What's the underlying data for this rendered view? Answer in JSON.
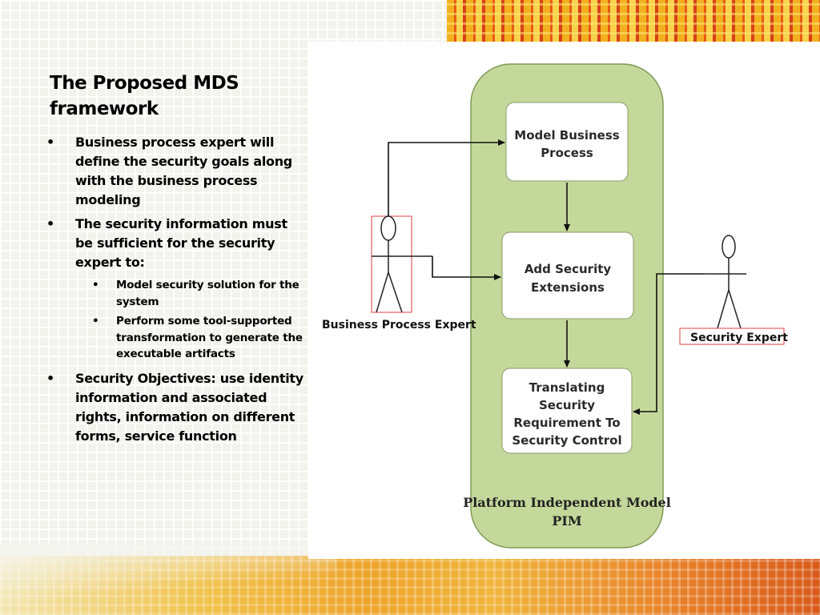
{
  "slide": {
    "title": "The Proposed MDS framework",
    "bullets": [
      {
        "text": "Business process expert will define the security goals along with the business process modeling",
        "level": 1
      },
      {
        "text": "The security information must be sufficient for the security expert to:",
        "level": 1
      },
      {
        "text": "Model security solution for the system",
        "level": 2
      },
      {
        "text": "Perform some tool-supported transformation to generate the executable artifacts",
        "level": 2
      },
      {
        "text": "Security Objectives: use identity information and associated rights, information on different forms, service function",
        "level": 1
      }
    ],
    "bullet_glyph": "•"
  },
  "diagram": {
    "container_line1": "Platform Independent Model",
    "container_line2": "PIM",
    "boxes": [
      {
        "lines": [
          "Model Business",
          "Process"
        ]
      },
      {
        "lines": [
          "Add Security",
          "Extensions"
        ]
      },
      {
        "lines": [
          "Translating",
          "Security",
          "Requirement To",
          "Security Control"
        ]
      }
    ],
    "actors": {
      "left": "Business Process Expert",
      "right": "Security Expert"
    },
    "colors": {
      "container_fill": "#c5d89b",
      "box_fill": "#ffffff",
      "actor_frame": "#e04040"
    }
  }
}
